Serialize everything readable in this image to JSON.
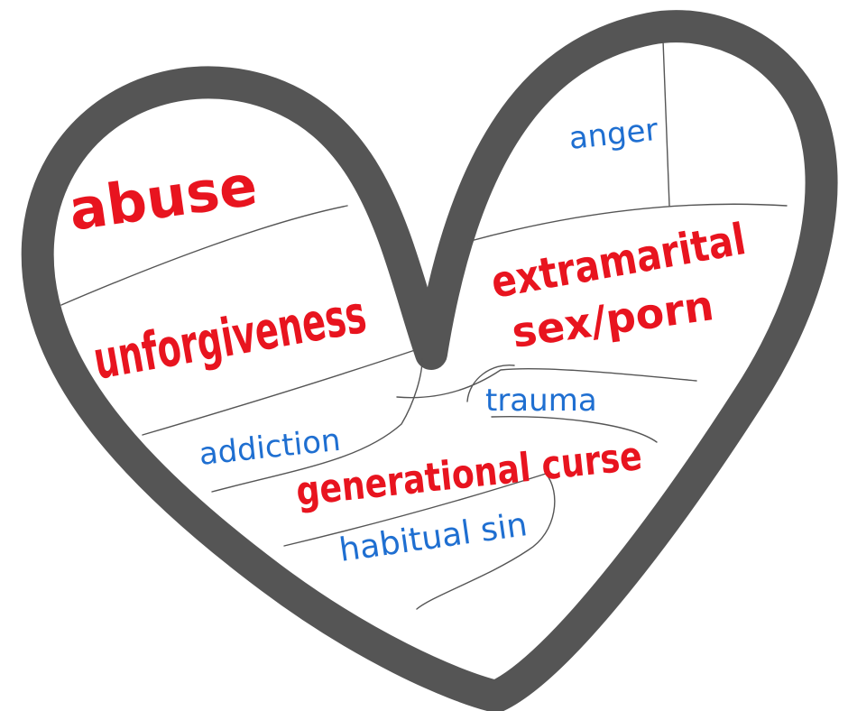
{
  "heart": {
    "outline_color": "#555555",
    "background_color": "#ffffff"
  },
  "labels": {
    "abuse": {
      "text": "abuse",
      "color": "#e8141f"
    },
    "unforgiveness": {
      "text": "unforgiveness",
      "color": "#e8141f"
    },
    "anger": {
      "text": "anger",
      "color": "#1f6fd1"
    },
    "extramarital_line1": {
      "text": "extramarital",
      "color": "#e8141f"
    },
    "extramarital_line2": {
      "text": "sex/porn",
      "color": "#e8141f"
    },
    "trauma": {
      "text": "trauma",
      "color": "#1f6fd1"
    },
    "addiction": {
      "text": "addiction",
      "color": "#1f6fd1"
    },
    "generational_curse": {
      "text": "generational curse",
      "color": "#e8141f"
    },
    "habitual_sin": {
      "text": "habitual sin",
      "color": "#1f6fd1"
    }
  }
}
